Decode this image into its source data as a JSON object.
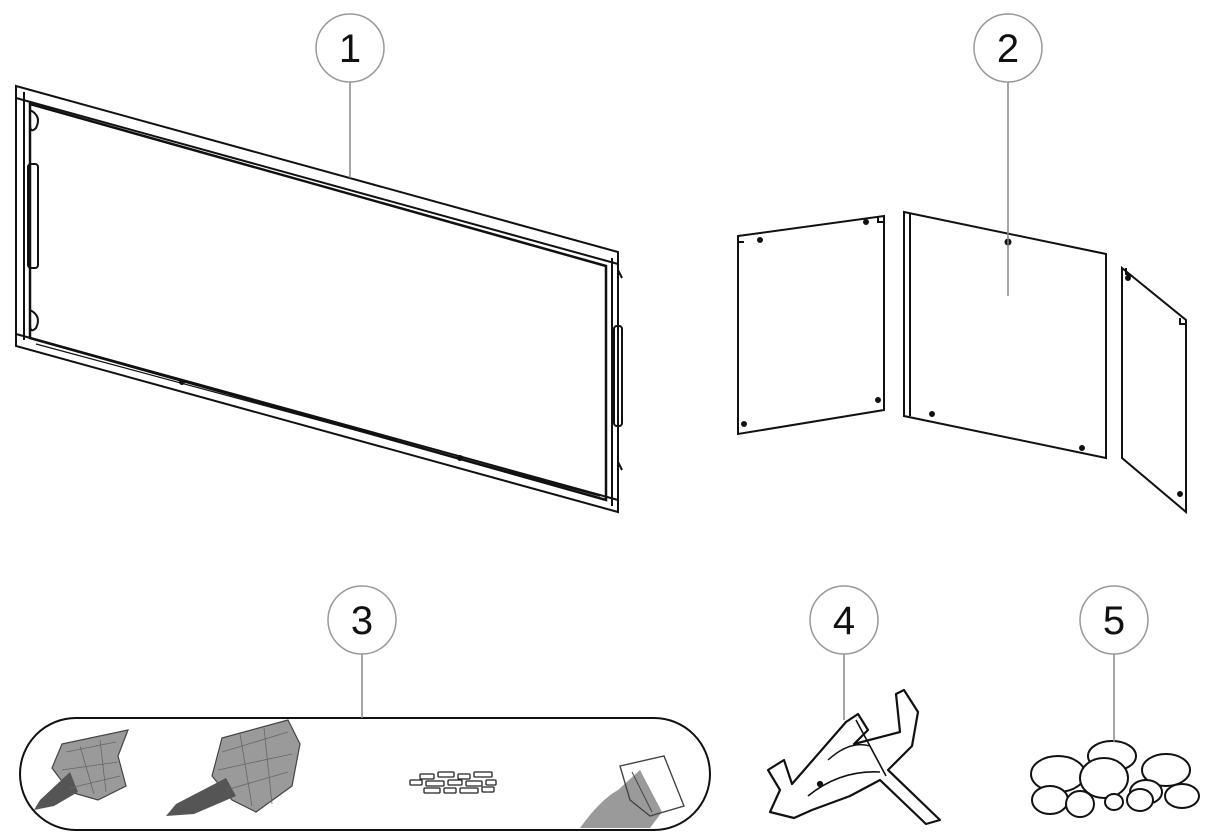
{
  "callouts": [
    {
      "label": "1",
      "part": "glass-frame"
    },
    {
      "label": "2",
      "part": "liner-panels"
    },
    {
      "label": "3",
      "part": "ember-bed-kit"
    },
    {
      "label": "4",
      "part": "driftwood-log"
    },
    {
      "label": "5",
      "part": "stones"
    }
  ],
  "colors": {
    "line": "#111111",
    "fill": "#ffffff",
    "ember": "#8a8a8a",
    "ember_dark": "#555555"
  }
}
